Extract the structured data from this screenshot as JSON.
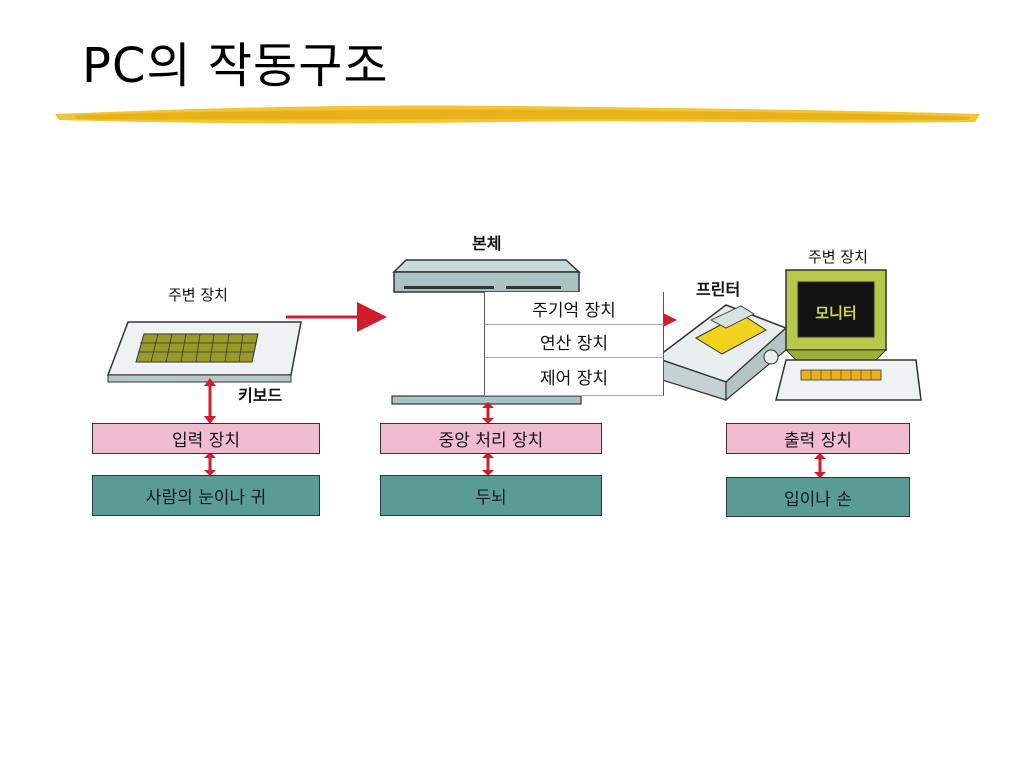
{
  "slide": {
    "title": "PC의 작동구조"
  },
  "diagram": {
    "left": {
      "peripheral_label": "주변 장치",
      "device_label": "키보드",
      "role": "입력 장치",
      "analogy": "사람의 눈이나 귀"
    },
    "center": {
      "device_label": "본체",
      "units": [
        "주기억 장치",
        "연산 장치",
        "제어 장치"
      ],
      "role": "중앙 처리 장치",
      "analogy": "두뇌"
    },
    "right": {
      "peripheral_label": "주변 장치",
      "printer_label": "프린터",
      "monitor_label": "모니터",
      "role": "출력 장치",
      "analogy": "입이나 손"
    },
    "colors": {
      "role_bg": "#f2bcd0",
      "analogy_bg": "#5b9b96",
      "arrow": "#d01c2c",
      "accent": "#f0c020"
    }
  }
}
